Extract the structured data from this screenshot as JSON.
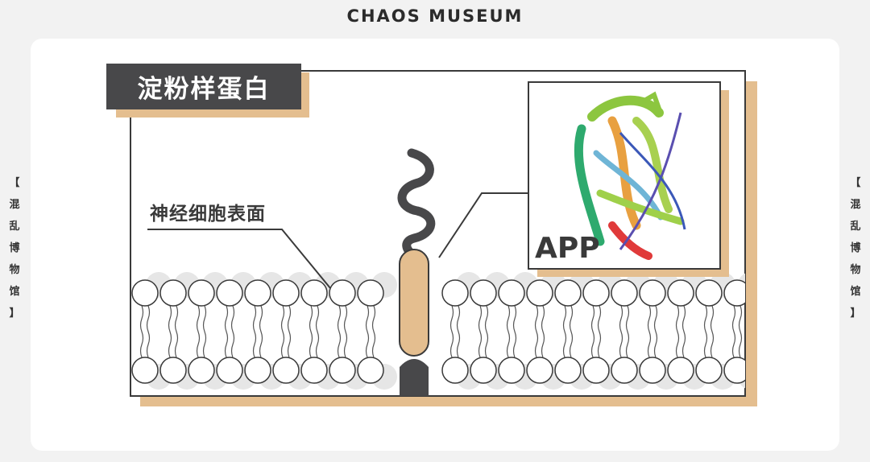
{
  "header": {
    "brand": "CHAOS MUSEUM"
  },
  "side_label": {
    "chars": [
      "【",
      "混",
      "乱",
      "博",
      "物",
      "馆",
      "】"
    ]
  },
  "diagram": {
    "title": "淀粉样蛋白",
    "membrane_label": "神经细胞表面",
    "protein_label": "APP"
  },
  "colors": {
    "dark": "#48484a",
    "tan": "#e4be8f",
    "tan_border": "#c9a473",
    "frame": "#3a3a3a"
  }
}
